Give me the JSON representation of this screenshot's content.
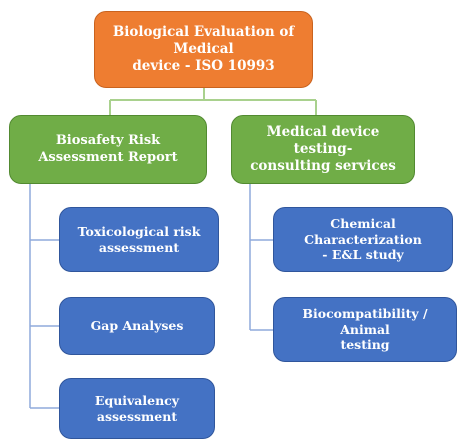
{
  "diagram": {
    "root": {
      "label": "Biological Evaluation of Medical\ndevice - ISO 10993",
      "color": "#ee7d31"
    },
    "branches": [
      {
        "label": "Biosafety Risk Assessment Report",
        "color": "#70ad47",
        "children": [
          {
            "label": "Toxicological risk\nassessment",
            "color": "#4472c4"
          },
          {
            "label": "Gap Analyses",
            "color": "#4472c4"
          },
          {
            "label": "Equivalency\nassessment",
            "color": "#4472c4"
          }
        ]
      },
      {
        "label": "Medical device testing-\nconsulting services",
        "color": "#70ad47",
        "children": [
          {
            "label": "Chemical Characterization\n- E&L study",
            "color": "#4472c4"
          },
          {
            "label": "Biocompatibility / Animal\ntesting",
            "color": "#4472c4"
          }
        ]
      }
    ],
    "connector_colors": {
      "root_to_branch": "#a9d18e",
      "branch_to_child": "#8faadc"
    }
  }
}
